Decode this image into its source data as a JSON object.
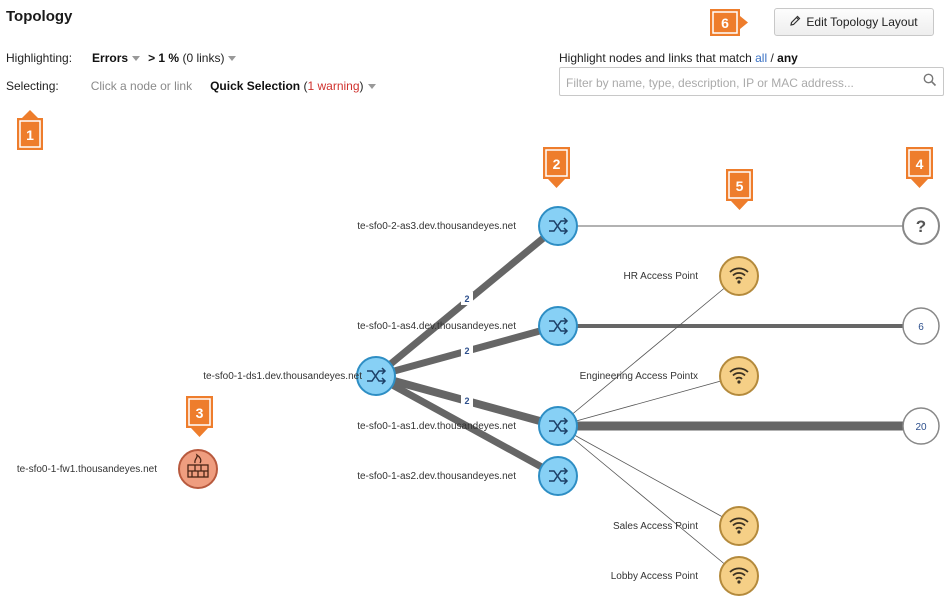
{
  "header": {
    "title": "Topology",
    "edit_button_label": "Edit Topology Layout"
  },
  "highlighting": {
    "label": "Highlighting:",
    "metric": "Errors",
    "threshold": "> 1 %",
    "links_count": "(0 links)"
  },
  "selecting": {
    "label": "Selecting:",
    "hint": "Click a node or link",
    "quick_selection": "Quick Selection",
    "warning_open": "(",
    "warning": "1 warning",
    "warning_close": ")"
  },
  "highlight_match": {
    "prefix": "Highlight nodes and links that match",
    "all": "all",
    "separator": "/",
    "any": "any"
  },
  "search": {
    "placeholder": "Filter by name, type, description, IP or MAC address...",
    "value": ""
  },
  "callouts": [
    "1",
    "2",
    "3",
    "4",
    "5",
    "6"
  ],
  "nodes": {
    "ds1": {
      "label": "te-sfo0-1-ds1.dev.thousandeyes.net",
      "type": "switch"
    },
    "as3": {
      "label": "te-sfo0-2-as3.dev.thousandeyes.net",
      "type": "switch"
    },
    "as4": {
      "label": "te-sfo0-1-as4.dev.thousandeyes.net",
      "type": "switch"
    },
    "as1": {
      "label": "te-sfo0-1-as1.dev.thousandeyes.net",
      "type": "switch"
    },
    "as2": {
      "label": "te-sfo0-1-as2.dev.thousandeyes.net",
      "type": "switch"
    },
    "fw1": {
      "label": "te-sfo0-1-fw1.thousandeyes.net",
      "type": "firewall"
    },
    "ap_hr": {
      "label": "HR Access Point",
      "type": "access-point"
    },
    "ap_eng": {
      "label": "Engineering Access Pointx",
      "type": "access-point"
    },
    "ap_sales": {
      "label": "Sales Access Point",
      "type": "access-point"
    },
    "ap_lobby": {
      "label": "Lobby Access Point",
      "type": "access-point"
    },
    "unknown": {
      "label": "?",
      "type": "unknown"
    },
    "group6": {
      "label": "6",
      "type": "group"
    },
    "group20": {
      "label": "20",
      "type": "group"
    }
  },
  "link_badges": {
    "ds1_as3": "2",
    "ds1_as4": "2",
    "ds1_as1": "2"
  },
  "colors": {
    "switch_fill": "#87d0f5",
    "switch_stroke": "#2e8ec4",
    "ap_fill": "#f5cf86",
    "ap_stroke": "#b48a3c",
    "fw_fill": "#ef9d7f",
    "fw_stroke": "#b85a3e",
    "callout": "#ee7d2c",
    "link": "#666666"
  }
}
